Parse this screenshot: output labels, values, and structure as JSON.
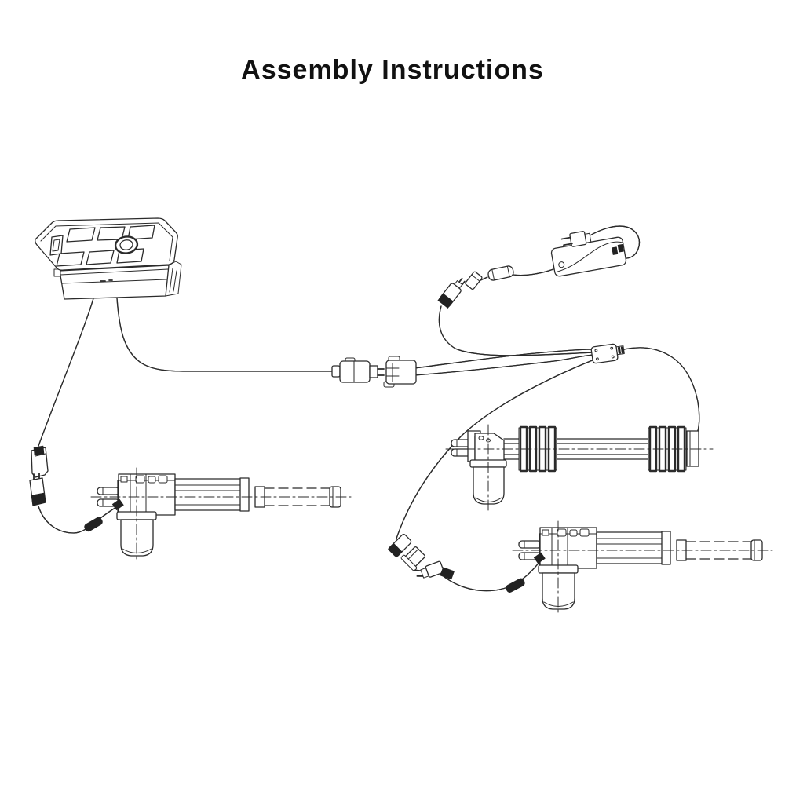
{
  "title": "Assembly Instructions",
  "figure": {
    "type": "technical-line-drawing",
    "description": "Exploded assembly / wiring diagram of a power recliner lift mechanism: a hand control unit, an AC power adapter with plug, a wire splitter junction, quick-connect plugs, and three linear actuator motor assemblies joined by cables.",
    "components": [
      "hand-control",
      "hand-control-buttons",
      "power-adapter",
      "ac-plug",
      "ferrite-bead",
      "dc-plug",
      "dc-socket",
      "wire-splitter",
      "motor-connector-pair",
      "center-actuator",
      "bottom-left-actuator",
      "bottom-right-actuator"
    ]
  },
  "colors": {
    "background": "#ffffff",
    "line": "#2b2b2b"
  }
}
